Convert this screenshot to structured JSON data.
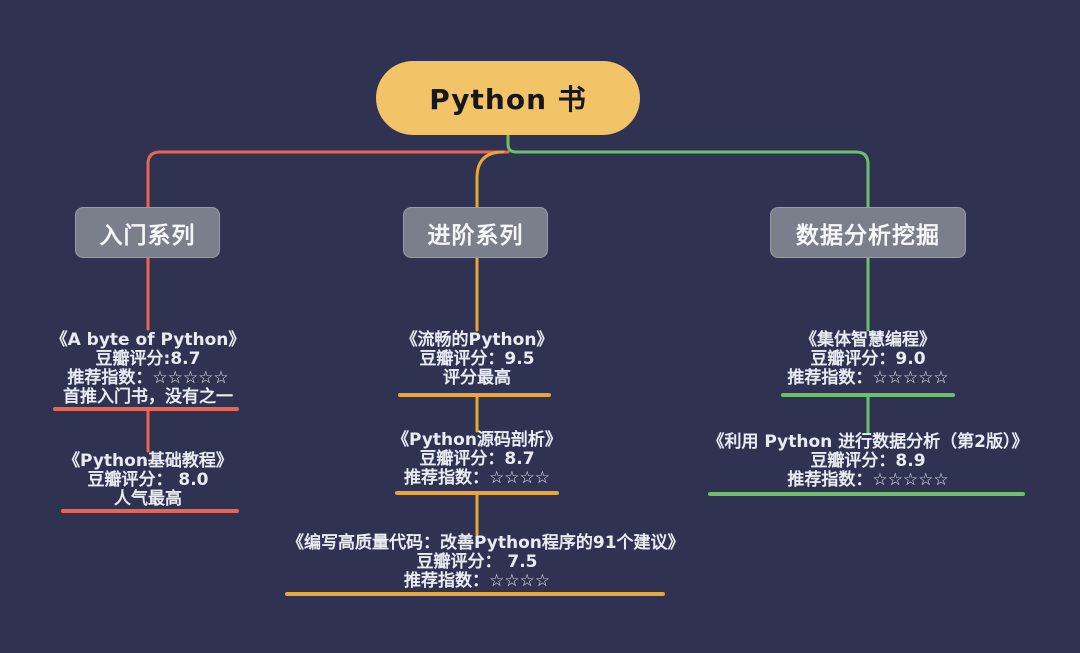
{
  "root": {
    "label": "Python 书"
  },
  "branches": [
    {
      "label": "入门系列",
      "color": "#ea6552",
      "leaves": [
        {
          "lines": [
            "《A byte of Python》",
            "豆瓣评分:8.7",
            "推荐指数：☆☆☆☆☆",
            "首推入门书，没有之一"
          ]
        },
        {
          "lines": [
            "《Python基础教程》",
            "豆瓣评分： 8.0",
            "人气最高"
          ]
        }
      ]
    },
    {
      "label": "进阶系列",
      "color": "#eaa637",
      "leaves": [
        {
          "lines": [
            "《流畅的Python》",
            "豆瓣评分：9.5",
            "评分最高"
          ]
        },
        {
          "lines": [
            "《Python源码剖析》",
            "豆瓣评分：8.7",
            "推荐指数：☆☆☆☆"
          ]
        },
        {
          "lines": [
            "《编写高质量代码：改善Python程序的91个建议》",
            "豆瓣评分： 7.5",
            "推荐指数：☆☆☆☆"
          ]
        }
      ]
    },
    {
      "label": "数据分析挖掘",
      "color": "#6cc06c",
      "leaves": [
        {
          "lines": [
            "《集体智慧编程》",
            "豆瓣评分：9.0",
            "推荐指数：☆☆☆☆☆"
          ]
        },
        {
          "lines": [
            "《利用 Python 进行数据分析（第2版）》",
            "豆瓣评分：8.9",
            "推荐指数：☆☆☆☆☆"
          ]
        }
      ]
    }
  ],
  "colors": {
    "background": "#2f3351",
    "root-fill": "#f2c367",
    "root-text": "#17181c",
    "branch-fill": "#7b7f8c",
    "branch-text": "#f5f6f8",
    "leaf-text": "#e9ebf2",
    "line-red": "#ea6552",
    "line-orange": "#eaa637",
    "line-green": "#6cc06c"
  }
}
